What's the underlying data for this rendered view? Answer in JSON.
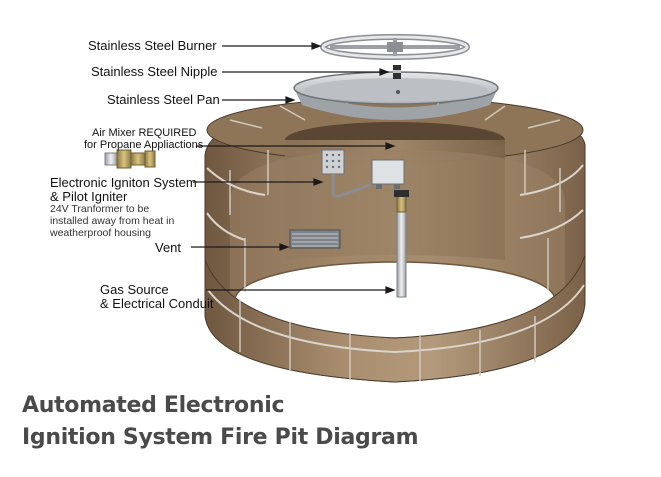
{
  "labels": {
    "burner": "Stainless Steel Burner",
    "nipple": "Stainless Steel Nipple",
    "pan": "Stainless Steel Pan",
    "air_mixer_line1": "Air Mixer REQUIRED",
    "air_mixer_line2": "for Propane Appliactions",
    "ignition_line1": "Electronic Igniton System",
    "ignition_line2": "& Pilot Igniter",
    "transformer_note": "24V Tranformer to be installed away from heat in weatherproof housing",
    "vent": "Vent",
    "gas_line1": "Gas Source",
    "gas_line2": "& Electrical Conduit"
  },
  "caption": {
    "line1": "Automated Electronic",
    "line2": "Ignition System  Fire Pit Diagram"
  },
  "colors": {
    "stone_light": "#a88c6e",
    "stone_dark": "#6f5740",
    "mortar": "#d9d4cc",
    "steel": "#c9ccd0",
    "caption_text": "#4a4a4a"
  }
}
